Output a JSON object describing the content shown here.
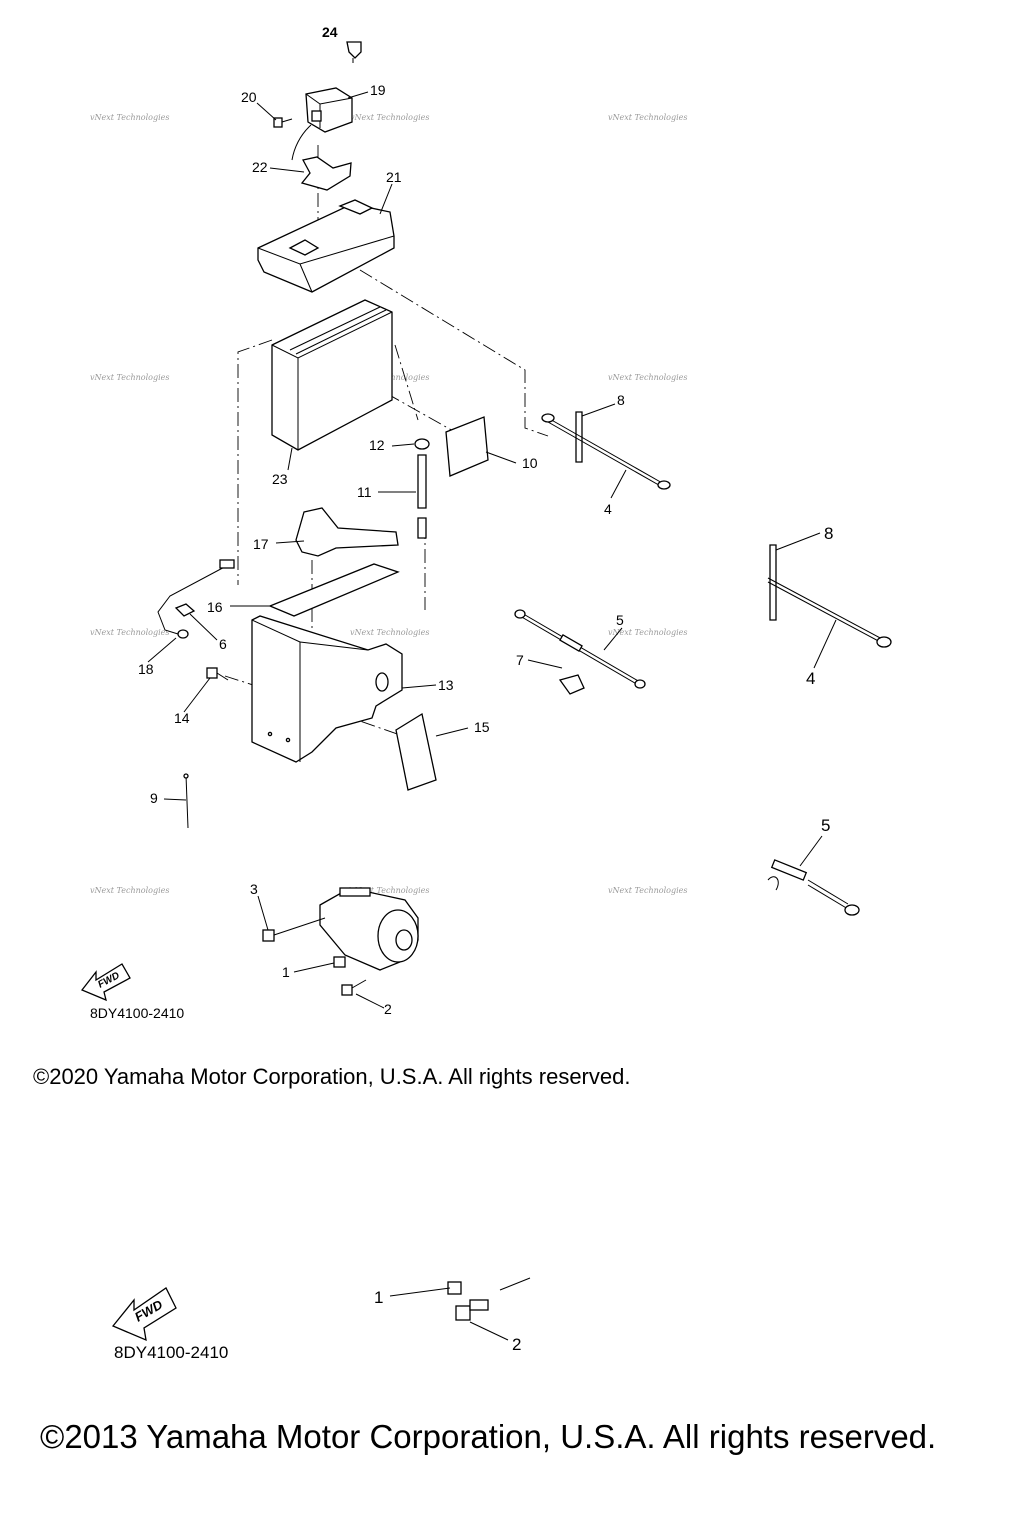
{
  "diagram": {
    "callouts": {
      "c1": "1",
      "c2": "2",
      "c3": "3",
      "c4": "4",
      "c5": "5",
      "c6": "6",
      "c7": "7",
      "c8": "8",
      "c9": "9",
      "c10": "10",
      "c11": "11",
      "c12": "12",
      "c13": "13",
      "c14": "14",
      "c15": "15",
      "c16": "16",
      "c17": "17",
      "c18": "18",
      "c19": "19",
      "c20": "20",
      "c21": "21",
      "c22": "22",
      "c23": "23",
      "c24": "24"
    },
    "detail_callouts": {
      "d8": "8",
      "d4": "4",
      "d5": "5",
      "d1": "1",
      "d2": "2"
    },
    "watermark": "vNext Technologies",
    "fwd_label": "FWD",
    "diagram_code": "8DY4100-2410"
  },
  "footer": {
    "copyright_2020": "©2020 Yamaha Motor Corporation, U.S.A. All rights reserved.",
    "copyright_2013": "©2013 Yamaha Motor Corporation, U.S.A. All rights reserved."
  }
}
